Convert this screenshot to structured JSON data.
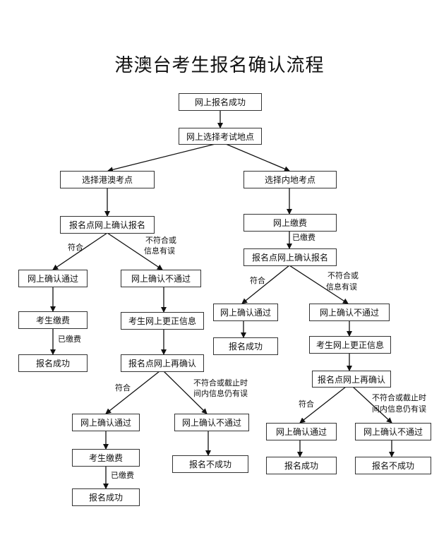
{
  "title": "港澳台考生报名确认流程",
  "nodes": {
    "n1": "网上报名成功",
    "n2": "网上选择考试地点",
    "n3": "选择港澳考点",
    "n4": "选择内地考点",
    "n5": "报名点网上确认报名",
    "n6": "网上确认通过",
    "n7": "网上确认不通过",
    "n8": "考生缴费",
    "n9": "报名成功",
    "n10": "考生网上更正信息",
    "n11": "报名点网上再确认",
    "n12": "网上确认通过",
    "n13": "网上确认不通过",
    "n14": "考生缴费",
    "n15": "报名成功",
    "n16": "报名不成功",
    "n17": "网上缴费",
    "n18": "报名点网上确认报名",
    "n19": "网上确认通过",
    "n20": "网上确认不通过",
    "n21": "报名成功",
    "n22": "考生网上更正信息",
    "n23": "报名点网上再确认",
    "n24": "网上确认通过",
    "n25": "网上确认不通过",
    "n26": "报名成功",
    "n27": "报名不成功"
  },
  "labels": {
    "l1": "符合",
    "l2a": "不符合或",
    "l2b": "信息有误",
    "l3": "已缴费",
    "l4": "符合",
    "l5a": "不符合或截止时",
    "l5b": "间内信息仍有误",
    "l6": "已缴费",
    "l7": "已缴费",
    "l8": "符合",
    "l9a": "不符合或",
    "l9b": "信息有误",
    "l10": "符合",
    "l11a": "不符合或截止时",
    "l11b": "间内信息仍有误"
  }
}
